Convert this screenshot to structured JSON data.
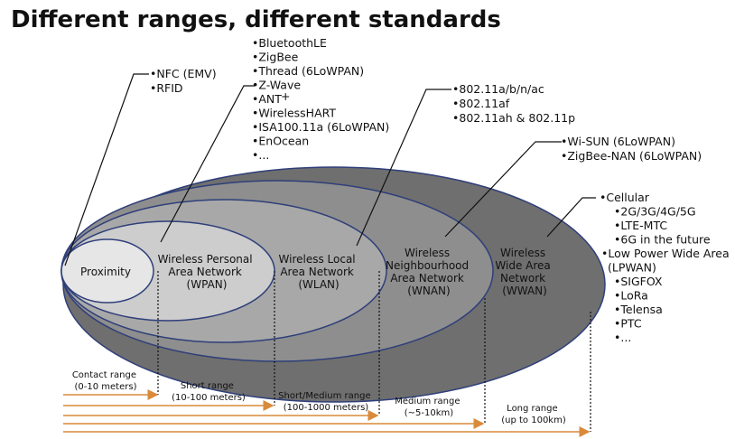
{
  "title": "Different ranges, different standards",
  "networks": [
    {
      "id": "proximity",
      "lines": [
        "Proximity"
      ],
      "examples": [
        "•NFC (EMV)",
        "•RFID"
      ]
    },
    {
      "id": "wpan",
      "lines": [
        "Wireless Personal",
        "Area Network",
        "(WPAN)"
      ],
      "examples": [
        "•BluetoothLE",
        "•ZigBee",
        "•Thread (6LoWPAN)",
        "•Z-Wave",
        "•ANT",
        "•WirelessHART",
        "•ISA100.11a (6LoWPAN)",
        "•EnOcean",
        "•..."
      ],
      "sup": "+"
    },
    {
      "id": "wlan",
      "lines": [
        "Wireless Local",
        "Area Network",
        "(WLAN)"
      ],
      "examples": [
        "•802.11a/b/n/ac",
        "•802.11af",
        "•802.11ah & 802.11p"
      ]
    },
    {
      "id": "wnan",
      "lines": [
        "Wireless",
        "Neighbourhood",
        "Area Network",
        "(WNAN)"
      ],
      "examples": [
        "•Wi-SUN (6LoWPAN)",
        "•ZigBee-NAN (6LoWPAN)"
      ]
    },
    {
      "id": "wwan",
      "lines": [
        "Wireless",
        "Wide Area",
        "Network",
        "(WWAN)"
      ],
      "examples": [
        "•Cellular",
        "•2G/3G/4G/5G",
        "•LTE-MTC",
        "•6G in the future",
        "•Low Power Wide Area",
        "(LPWAN)",
        "•SIGFOX",
        "•LoRa",
        "•Telensa",
        "•PTC",
        "•..."
      ]
    }
  ],
  "ranges": [
    {
      "name": "Contact range",
      "detail": "(0-10 meters)"
    },
    {
      "name": "Short range",
      "detail": "(10-100 meters)"
    },
    {
      "name": "Short/Medium range",
      "detail": "(100-1000 meters)"
    },
    {
      "name": "Medium range",
      "detail": "(~5-10km)"
    },
    {
      "name": "Long range",
      "detail": "(up to 100km)"
    }
  ],
  "colors": {
    "proximity": "#e6e6e6",
    "wpan": "#cdcdcd",
    "wlan": "#a8a8a8",
    "wnan": "#8e8e8e",
    "wwan": "#6f6f6f",
    "outline": "#2f3f7a",
    "arrow": "#d98a3a"
  }
}
